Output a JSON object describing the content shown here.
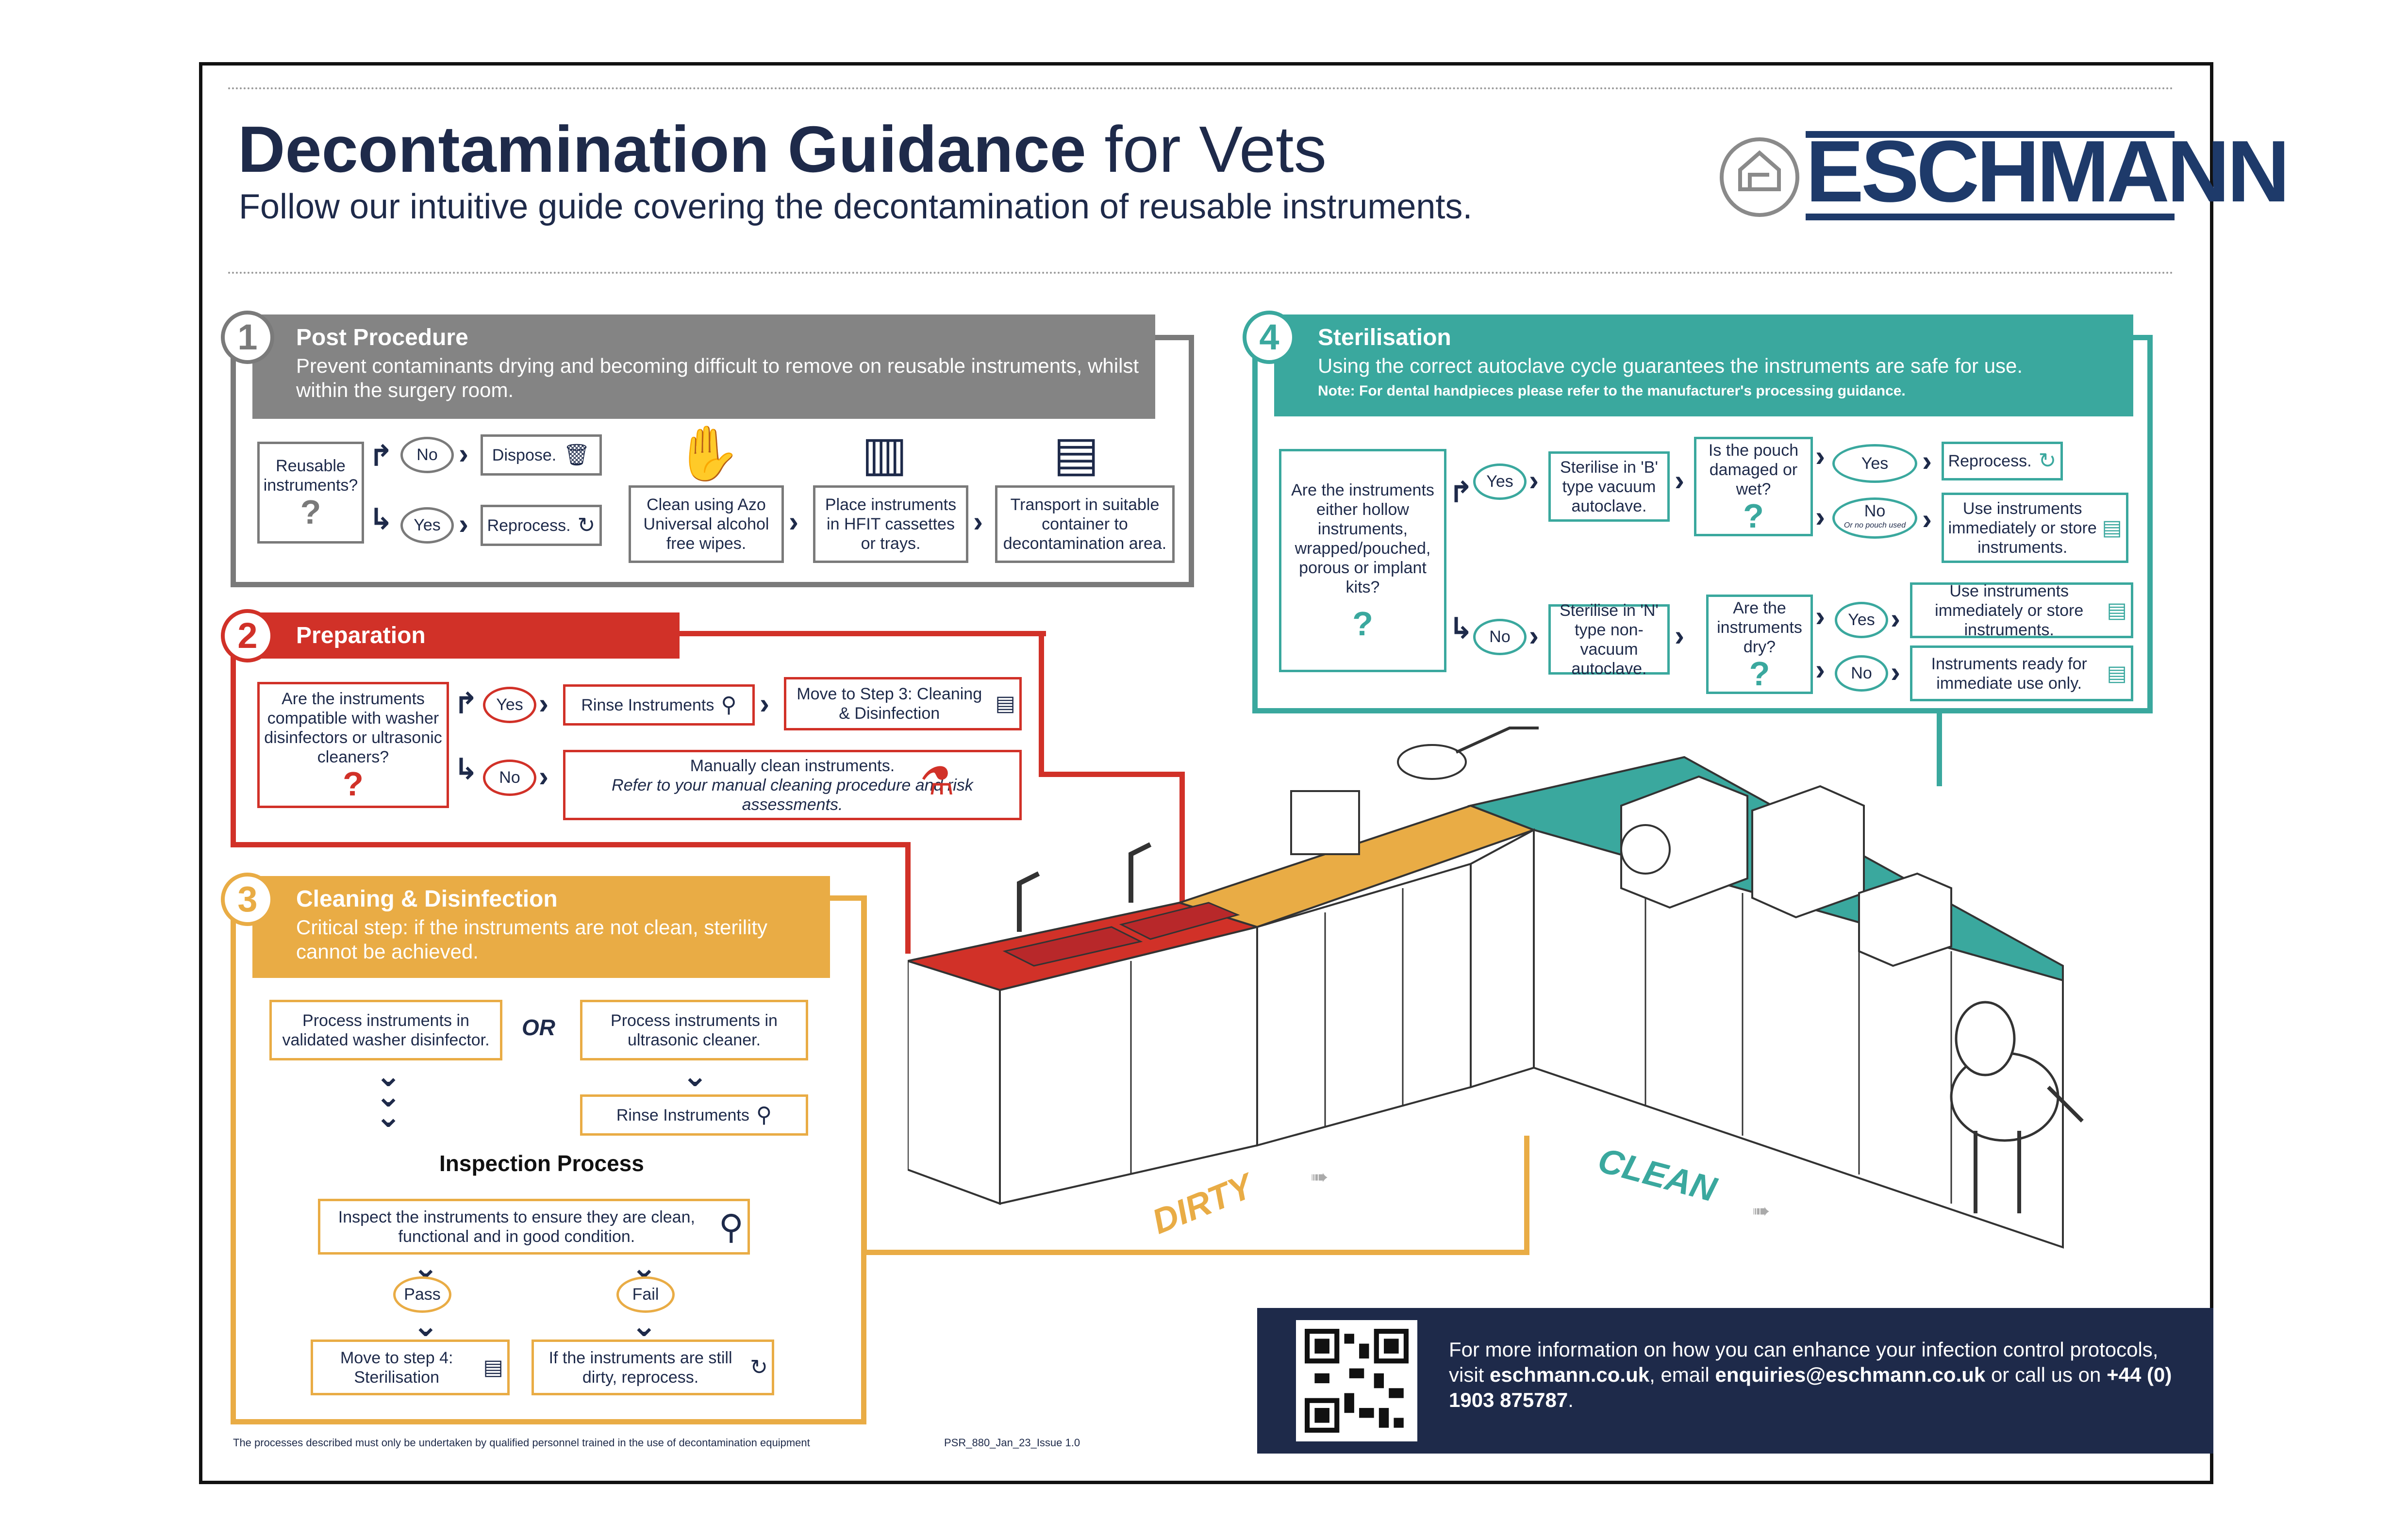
{
  "header": {
    "title_bold": "Decontamination Guidance",
    "title_light": " for Vets",
    "subtitle": "Follow our intuitive guide covering the decontamination of reusable instruments.",
    "logo": "ESCHMANN"
  },
  "colors": {
    "navy": "#1e2a4a",
    "grey": "#7a7a7a",
    "red": "#d13128",
    "orange": "#e9ac45",
    "teal": "#3aa89e"
  },
  "step1": {
    "number": "1",
    "heading": "Post Procedure",
    "description": "Prevent contaminants drying and becoming difficult to remove on reusable instruments, whilst within the surgery room.",
    "question": "Reusable instruments?",
    "qmark": "?",
    "no": "No",
    "yes": "Yes",
    "dispose": "Dispose.",
    "reprocess": "Reprocess.",
    "clean": "Clean using Azo Universal alcohol free wipes.",
    "place": "Place instruments in HFIT cassettes or trays.",
    "transport": "Transport in suitable container to decontamination area."
  },
  "step2": {
    "number": "2",
    "heading": "Preparation",
    "question": "Are the instruments compatible with washer disinfectors or ultrasonic cleaners?",
    "qmark": "?",
    "yes": "Yes",
    "no": "No",
    "rinse": "Rinse Instruments",
    "move": "Move to Step 3: Cleaning & Disinfection",
    "manual": "Manually clean instruments.",
    "manual_note": "Refer to your manual cleaning procedure and risk assessments."
  },
  "step3": {
    "number": "3",
    "heading": "Cleaning & Disinfection",
    "description": "Critical step: if the instruments are not clean, sterility cannot be achieved.",
    "washer": "Process instruments in validated washer disinfector.",
    "or": "OR",
    "ultrasonic": "Process instruments in ultrasonic cleaner.",
    "rinse": "Rinse Instruments",
    "inspection_title": "Inspection Process",
    "inspect": "Inspect the instruments to ensure they are clean, functional and in good condition.",
    "pass": "Pass",
    "fail": "Fail",
    "move4": "Move to step 4: Sterilisation",
    "still_dirty": "If the instruments are still dirty, reprocess."
  },
  "step4": {
    "number": "4",
    "heading": "Sterilisation",
    "description": "Using the correct autoclave cycle guarantees the instruments are safe for use.",
    "note": "Note: For dental handpieces please refer to the manufacturer's processing guidance.",
    "question": "Are the instruments either hollow instruments, wrapped/pouched, porous or implant kits?",
    "qmark": "?",
    "yes": "Yes",
    "no": "No",
    "b_type": "Sterilise in 'B' type vacuum autoclave.",
    "n_type": "Sterilise in 'N' type non-vacuum autoclave.",
    "pouch_q": "Is the pouch damaged or wet?",
    "dry_q": "Are the instruments dry?",
    "reprocess": "Reprocess.",
    "no_pouch": "Or no pouch used",
    "use_store": "Use instruments immediately or store instruments.",
    "use_store2": "Use instruments immediately or store instruments.",
    "ready": "Instruments ready for immediate use only."
  },
  "illustration": {
    "dirty": "DIRTY",
    "clean": "CLEAN"
  },
  "footer": {
    "line1": "For more information on how you can enhance your infection control protocols, visit ",
    "site": "eschmann.co.uk",
    "mid": ", email ",
    "email": "enquiries@eschmann.co.uk",
    "tail": " or call us on ",
    "phone": "+44 (0) 1903 875787",
    "end": "."
  },
  "disclaimer": "The processes described must only be undertaken by qualified personnel trained in the use of decontamination equipment",
  "reference": "PSR_880_Jan_23_Issue 1.0"
}
